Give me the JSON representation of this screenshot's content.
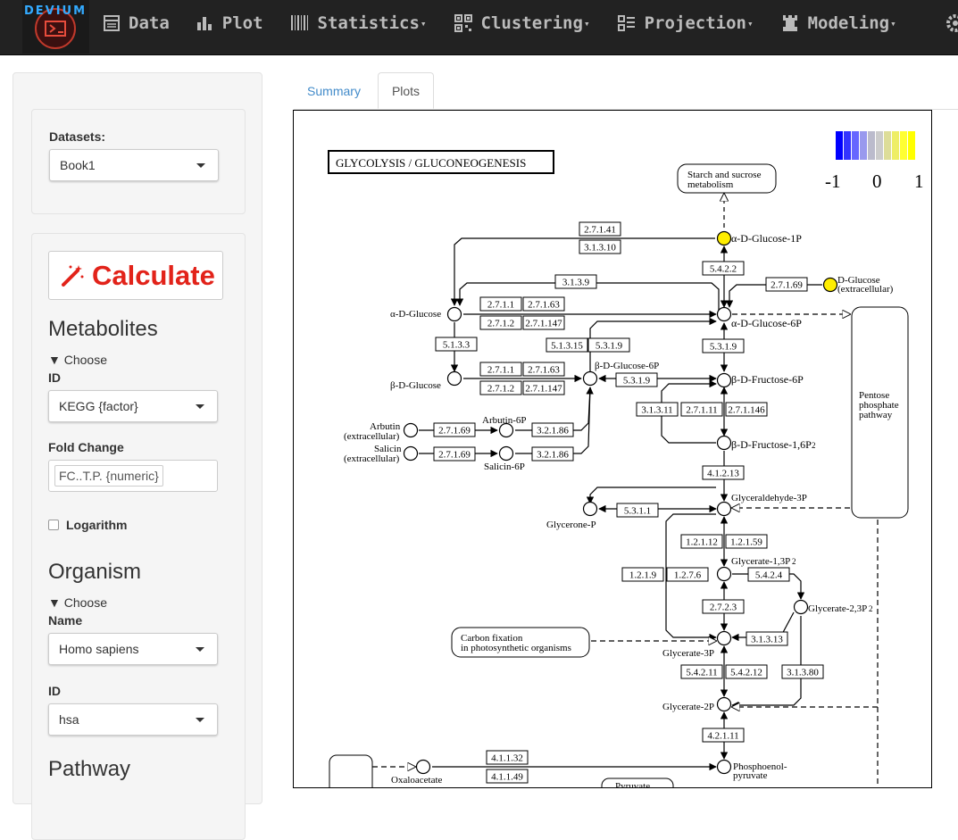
{
  "navbar": {
    "logo_text": "DEVIUM",
    "items": [
      {
        "label": "Data",
        "icon": "table-icon",
        "dropdown": false
      },
      {
        "label": "Plot",
        "icon": "bar-chart-icon",
        "dropdown": false
      },
      {
        "label": "Statistics",
        "icon": "barcode-icon",
        "dropdown": true
      },
      {
        "label": "Clustering",
        "icon": "qrcode-icon",
        "dropdown": true
      },
      {
        "label": "Projection",
        "icon": "projection-icon",
        "dropdown": true
      },
      {
        "label": "Modeling",
        "icon": "rook-icon",
        "dropdown": true
      }
    ],
    "caret": "▾"
  },
  "sidebar": {
    "datasets_label": "Datasets:",
    "datasets_value": "Book1",
    "calculate_label": "Calculate",
    "metabolites_heading": "Metabolites",
    "metabolites_choose": "▼ Choose",
    "id_label": "ID",
    "id_value": "KEGG {factor}",
    "fold_change_label": "Fold Change",
    "fold_change_value": "FC..T.P. {numeric}",
    "logarithm_label": "Logarithm",
    "organism_heading": "Organism",
    "organism_choose": "▼ Choose",
    "name_label": "Name",
    "name_value": "Homo sapiens",
    "org_id_label": "ID",
    "org_id_value": "hsa",
    "pathway_heading": "Pathway"
  },
  "tabs": [
    {
      "label": "Summary",
      "active": false
    },
    {
      "label": "Plots",
      "active": true
    }
  ],
  "pathway_map": {
    "title": "GLYCOLYSIS / GLUCONEOGENESIS",
    "legend_labels": [
      "-1",
      "0",
      "1"
    ],
    "legend_colors": [
      "#0000ff",
      "#3333ff",
      "#6666ff",
      "#9999ee",
      "#bbbbcc",
      "#cccccc",
      "#dddd99",
      "#eeee66",
      "#ffff33",
      "#ffff00"
    ],
    "highlight_color": "#ffee00",
    "compounds": {
      "starch": [
        "Starch and sucrose",
        "metabolism"
      ],
      "a_glucose_1p": "α-D-Glucose-1P",
      "d_glucose": [
        "D-Glucose",
        "(extracellular)"
      ],
      "a_glucose": "α-D-Glucose",
      "a_glucose_6p": "α-D-Glucose-6P",
      "b_glucose": "β-D-Glucose",
      "b_glucose_6p": "β-D-Glucose-6P",
      "b_fructose_6p": "β-D-Fructose-6P",
      "arbutin": [
        "Arbutin",
        "(extracellular)"
      ],
      "arbutin_6p": "Arbutin-6P",
      "salicin": [
        "Salicin",
        "(extracellular)"
      ],
      "salicin_6p": "Salicin-6P",
      "b_fructose_16p": "β-D-Fructose-1,6P",
      "glyceraldehyde_3p": "Glyceraldehyde-3P",
      "glycerone_p": "Glycerone-P",
      "glycerate_13p": "Glycerate-1,3P",
      "glycerate_23p": "Glycerate-2,3P",
      "glycerate_3p": "Glycerate-3P",
      "glycerate_2p": "Glycerate-2P",
      "pentose": [
        "Pentose",
        "phosphate",
        "pathway"
      ],
      "carbon_fixation": [
        "Carbon fixation",
        "in photosynthetic organisms"
      ],
      "phosphoenol": [
        "Phosphoenol-",
        "pyruvate"
      ],
      "oxaloacetate": "Oxaloacetate",
      "pyruvate_partial": "Pyruvate",
      "subscript_2": "2"
    },
    "enzymes": {
      "e_27141": "2.7.1.41",
      "e_31310": "3.1.3.10",
      "e_5422": "5.4.2.2",
      "e_27169": "2.7.1.69",
      "e_3139": "3.1.3.9",
      "e_2711": "2.7.1.1",
      "e_27163": "2.7.1.63",
      "e_2712": "2.7.1.2",
      "e_271147": "2.7.1.147",
      "e_5133": "5.1.3.3",
      "e_51315": "5.1.3.15",
      "e_5319": "5.3.1.9",
      "e_32186": "3.2.1.86",
      "e_31311": "3.1.3.11",
      "e_27111": "2.7.1.11",
      "e_271146": "2.7.1.146",
      "e_41213": "4.1.2.13",
      "e_5311": "5.3.1.1",
      "e_12112": "1.2.1.12",
      "e_12159": "1.2.1.59",
      "e_1219": "1.2.1.9",
      "e_1276": "1.2.7.6",
      "e_5424": "5.4.2.4",
      "e_2723": "2.7.2.3",
      "e_31313": "3.1.3.13",
      "e_54211": "5.4.2.11",
      "e_54212": "5.4.2.12",
      "e_31380": "3.1.3.80",
      "e_42111": "4.2.1.11",
      "e_41132": "4.1.1.32",
      "e_41149": "4.1.1.49"
    }
  }
}
